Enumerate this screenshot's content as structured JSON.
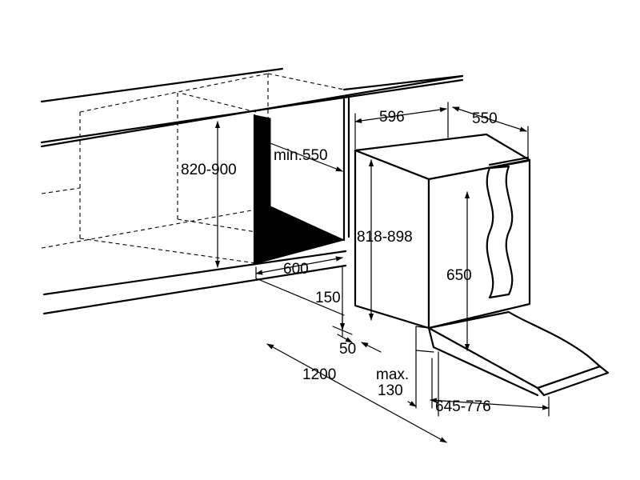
{
  "colors": {
    "line": "#000000",
    "background": "#ffffff",
    "fill": "#000000"
  },
  "dimensions": {
    "niche_height": "820-900",
    "min_depth": "min.550",
    "niche_width": "600",
    "appliance_width": "596",
    "appliance_depth": "550",
    "appliance_height": "818-898",
    "door_height": "650",
    "plinth_height": "150",
    "plinth_offset": "50",
    "door_clearance": "1200",
    "max_label": "max.",
    "max_value": "130",
    "open_door_range": "645-776"
  }
}
